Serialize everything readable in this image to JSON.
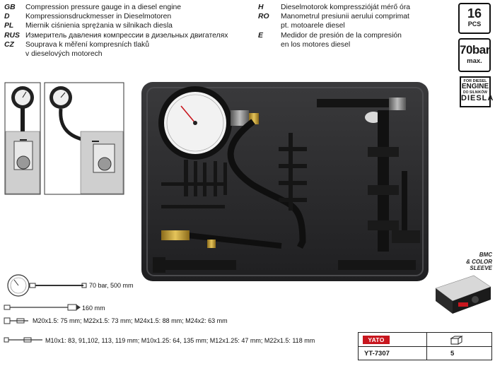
{
  "descriptions_left": [
    {
      "code": "GB",
      "text": "Compression pressure gauge in a diesel engine"
    },
    {
      "code": "D",
      "text": "Kompressionsdruckmesser in Dieselmotoren"
    },
    {
      "code": "PL",
      "text": "Miernik ciśnienia sprężania w silnikach diesla"
    },
    {
      "code": "RUS",
      "text": "Измеритель давления компрессии в дизельных двигателях"
    },
    {
      "code": "CZ",
      "text": "Souprava k měření kompresních tlaků"
    },
    {
      "code": "",
      "text": "v dieselových motorech"
    }
  ],
  "descriptions_right": [
    {
      "code": "H",
      "text": "Dieselmotorok kompresszióját mérő óra"
    },
    {
      "code": "RO",
      "text": "Manometrul presiunii aerului comprimat"
    },
    {
      "code": "",
      "text": "pt. motoarele diesel"
    },
    {
      "code": "E",
      "text": "Medidor de presión de la compresión"
    },
    {
      "code": "",
      "text": "en los motores diesel"
    }
  ],
  "badges": {
    "pieces_number": "16",
    "pieces_unit": "PCS",
    "pressure_value": "70bar",
    "pressure_unit": "max.",
    "diesel_line1": "FOR DIESEL",
    "diesel_line2": "ENGINE",
    "diesel_line3": "DO SILNIKÓW",
    "diesel_line4": "DIESLA"
  },
  "bmc_label": [
    "BMC",
    "& COLOR",
    "SLEEVE"
  ],
  "specs": [
    {
      "text": "70 bar, 500 mm"
    },
    {
      "text": "160 mm"
    },
    {
      "text": "M20x1.5: 75 mm; M22x1.5: 73 mm; M24x1.5: 88 mm; M24x2: 63 mm"
    },
    {
      "text": "M10x1: 83, 91,102, 113, 119 mm; M10x1.25: 64, 135 mm; M12x1.25: 47 mm; M22x1.5: 118 mm"
    }
  ],
  "product": {
    "brand": "YATO",
    "model": "YT-7307",
    "quantity": "5",
    "box_icon": "box-icon"
  },
  "colors": {
    "case": "#2b2b2d",
    "brand_red": "#c8161e",
    "brass": "#c9a23a"
  }
}
